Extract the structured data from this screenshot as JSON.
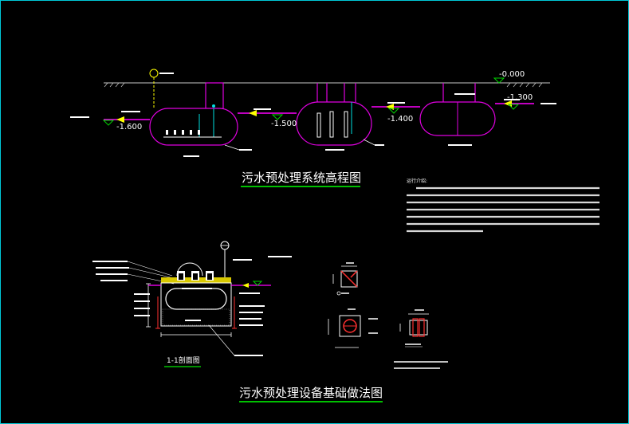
{
  "colors": {
    "background": "#000000",
    "ground_line": "#c8c8c8",
    "tank_outline": "#e000e0",
    "pipe_magenta": "#ff00ff",
    "pipe_cyan": "#00e0e0",
    "flow_arrow": "#ffff00",
    "level_marker": "#00d000",
    "title_underline": "#00c000",
    "text": "#ffffff",
    "frame": "#00c8d8"
  },
  "elevation_diagram": {
    "title": "污水预处理系统高程图",
    "levels": {
      "ground": "-0.000",
      "right_inlet": "-1.300",
      "tank1": "-1.600",
      "tank2": "-1.500",
      "tank3": "-1.400"
    }
  },
  "notes": {
    "heading": "运行介绍:"
  },
  "foundation_diagram": {
    "title": "污水预处理设备基础做法图",
    "section_label": "1-1剖面图"
  }
}
